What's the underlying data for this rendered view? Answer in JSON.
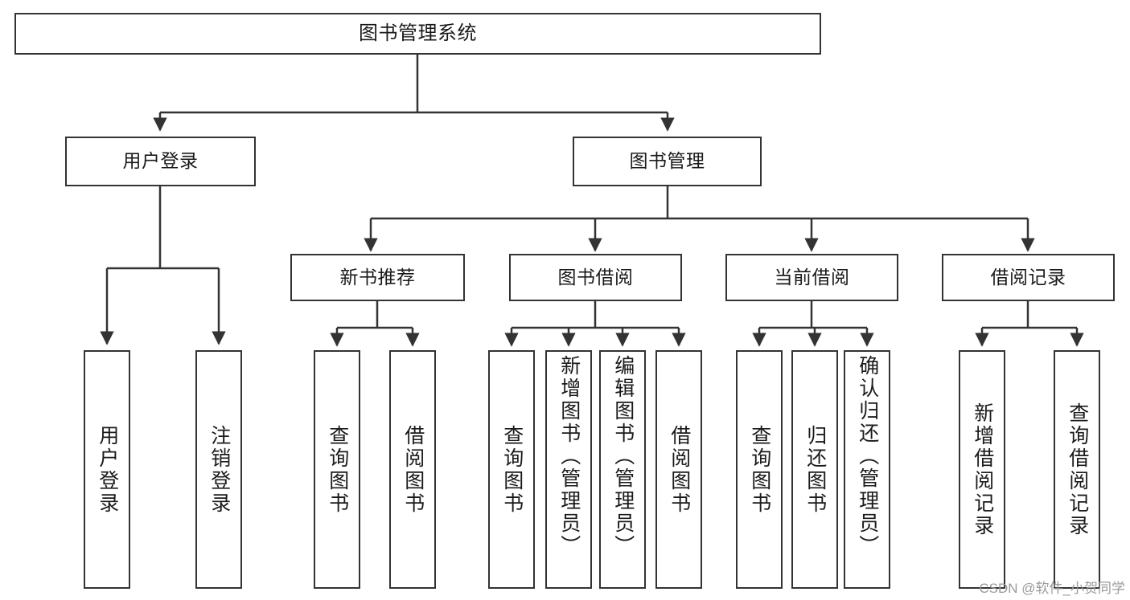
{
  "diagram": {
    "title": "图书管理系统",
    "watermark": "CSDN @软件_小贺同学",
    "line_color": "#333333",
    "box_fill": "#ffffff",
    "text_color": "#1a1a1a",
    "levels": {
      "root": {
        "label": "图书管理系统"
      },
      "level2": [
        {
          "label": "用户登录"
        },
        {
          "label": "图书管理"
        }
      ],
      "level3": [
        {
          "label": "新书推荐"
        },
        {
          "label": "图书借阅"
        },
        {
          "label": "当前借阅"
        },
        {
          "label": "借阅记录"
        }
      ],
      "leaves": {
        "user_login": [
          {
            "label": "用户登录"
          },
          {
            "label": "注销登录"
          }
        ],
        "new_book_recommend": [
          {
            "label": "查询图书"
          },
          {
            "label": "借阅图书"
          }
        ],
        "book_borrow": [
          {
            "label": "查询图书"
          },
          {
            "label": "新增图书（管理员）"
          },
          {
            "label": "编辑图书（管理员）"
          },
          {
            "label": "借阅图书"
          }
        ],
        "current_borrow": [
          {
            "label": "查询图书"
          },
          {
            "label": "归还图书"
          },
          {
            "label": "确认归还（管理员）"
          }
        ],
        "borrow_record": [
          {
            "label": "新增借阅记录"
          },
          {
            "label": "查询借阅记录"
          }
        ]
      }
    }
  }
}
